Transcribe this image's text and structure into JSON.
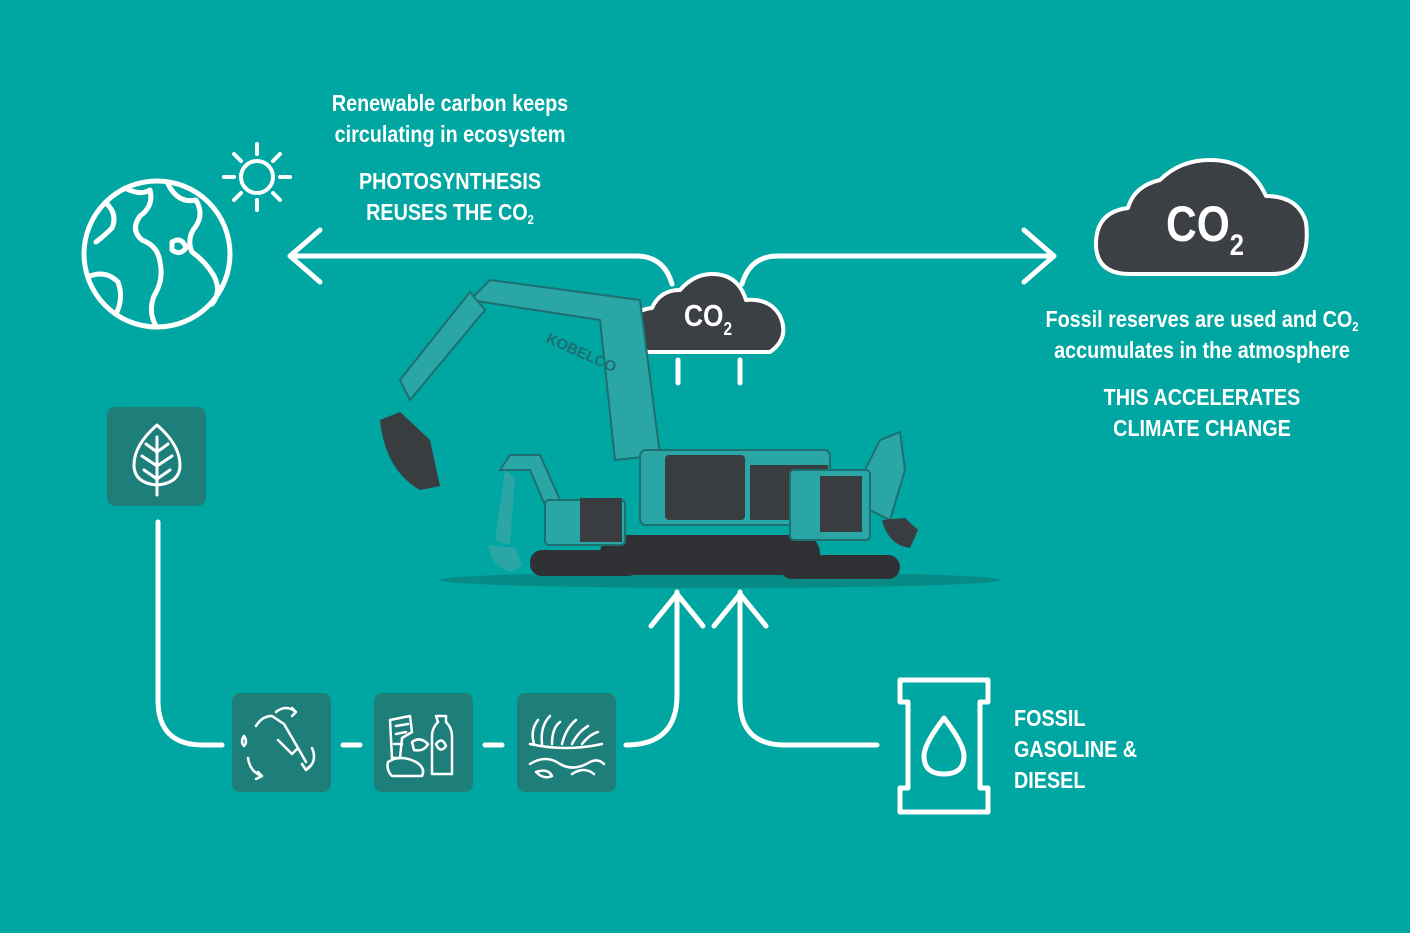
{
  "left_text": {
    "line1": "Renewable carbon keeps",
    "line2": "circulating in ecosystem",
    "caps1": "PHOTOSYNTHESIS",
    "caps2": "REUSES THE CO",
    "caps2_sub": "2"
  },
  "right_text": {
    "line1": "Fossil reserves are used and CO",
    "line1_sub": "2",
    "line2": "accumulates in the atmosphere",
    "caps1": "THIS ACCELERATES",
    "caps2": "CLIMATE CHANGE"
  },
  "big_cloud": {
    "label": "CO",
    "sub": "2"
  },
  "small_cloud": {
    "label": "CO",
    "sub": "2"
  },
  "fossil": {
    "line1": "FOSSIL",
    "line2": "GASOLINE &",
    "line3": "DIESEL"
  },
  "machine": {
    "brand": "KOBELCO"
  },
  "colors": {
    "background": "#00a6a1",
    "tile": "#1e7f7a",
    "cloud": "#3c3f44",
    "line": "#ffffff"
  },
  "icons": [
    "earth-icon",
    "sun-icon",
    "leaf-icon",
    "renewable-fuel-pump-icon",
    "food-waste-icon",
    "algae-icon",
    "oil-barrel-icon",
    "co2-cloud-icon",
    "excavator-illustration"
  ]
}
